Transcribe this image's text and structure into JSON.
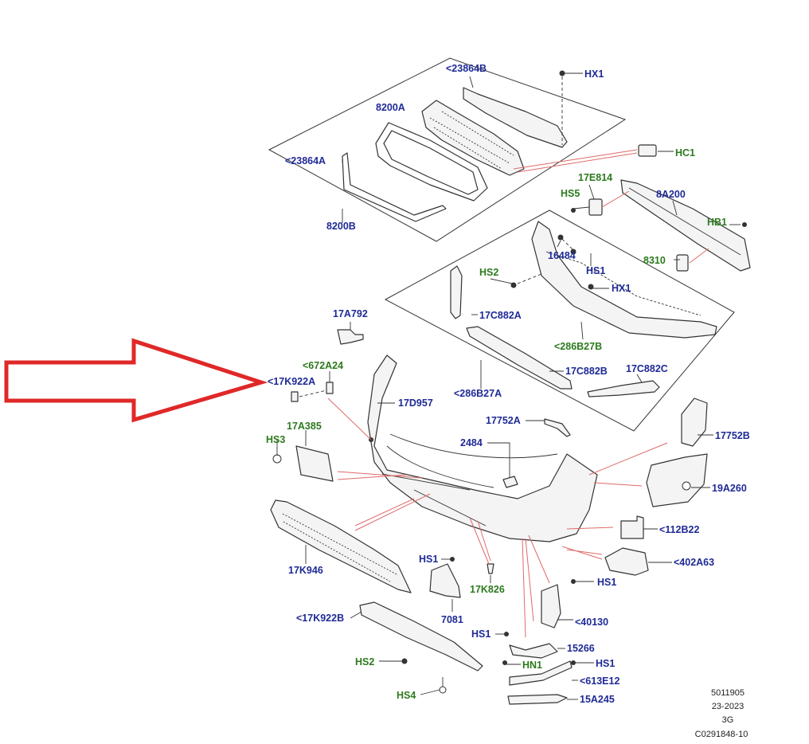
{
  "labels": {
    "l_23864B": "<23864B",
    "l_HX1_top": "HX1",
    "l_8200A": "8200A",
    "l_HC1": "HC1",
    "l_23864A": "<23864A",
    "l_17E814": "17E814",
    "l_HS5": "HS5",
    "l_8A200": "8A200",
    "l_HB1": "HB1",
    "l_8200B": "8200B",
    "l_8310": "8310",
    "l_16484": "16484",
    "l_HS1_a": "HS1",
    "l_HS2_a": "HS2",
    "l_HX1_b": "HX1",
    "l_17A792": "17A792",
    "l_17C882A": "17C882A",
    "l_286B27B": "<286B27B",
    "l_672A24": "<672A24",
    "l_17K922A": "<17K922A",
    "l_17C882B": "17C882B",
    "l_17C882C": "17C882C",
    "l_17D957": "17D957",
    "l_286B27A": "<286B27A",
    "l_17752A": "17752A",
    "l_17A385": "17A385",
    "l_HS3": "HS3",
    "l_2484": "2484",
    "l_17752B": "17752B",
    "l_19A260": "19A260",
    "l_112B22": "<112B22",
    "l_402A63": "<402A63",
    "l_17K946": "17K946",
    "l_HS1_b": "HS1",
    "l_17K826": "17K826",
    "l_HS1_c": "HS1",
    "l_7081": "7081",
    "l_40130": "<40130",
    "l_17K922B": "<17K922B",
    "l_HS1_d": "HS1",
    "l_15266": "15266",
    "l_HS2_b": "HS2",
    "l_HN1": "HN1",
    "l_HS1_e": "HS1",
    "l_613E12": "<613E12",
    "l_HS4": "HS4",
    "l_15A245": "15A245"
  },
  "footer": {
    "line1": "5011905",
    "line2": "23-2023",
    "line3": "3G",
    "line4": "C0291848-10"
  },
  "colors": {
    "blue_label": "#1f2a96",
    "green_label": "#2c7a1e",
    "arrow": "#e02828",
    "leader_red": "#e06a6a"
  },
  "icons": {
    "arrow": "big-red-arrow-icon"
  }
}
